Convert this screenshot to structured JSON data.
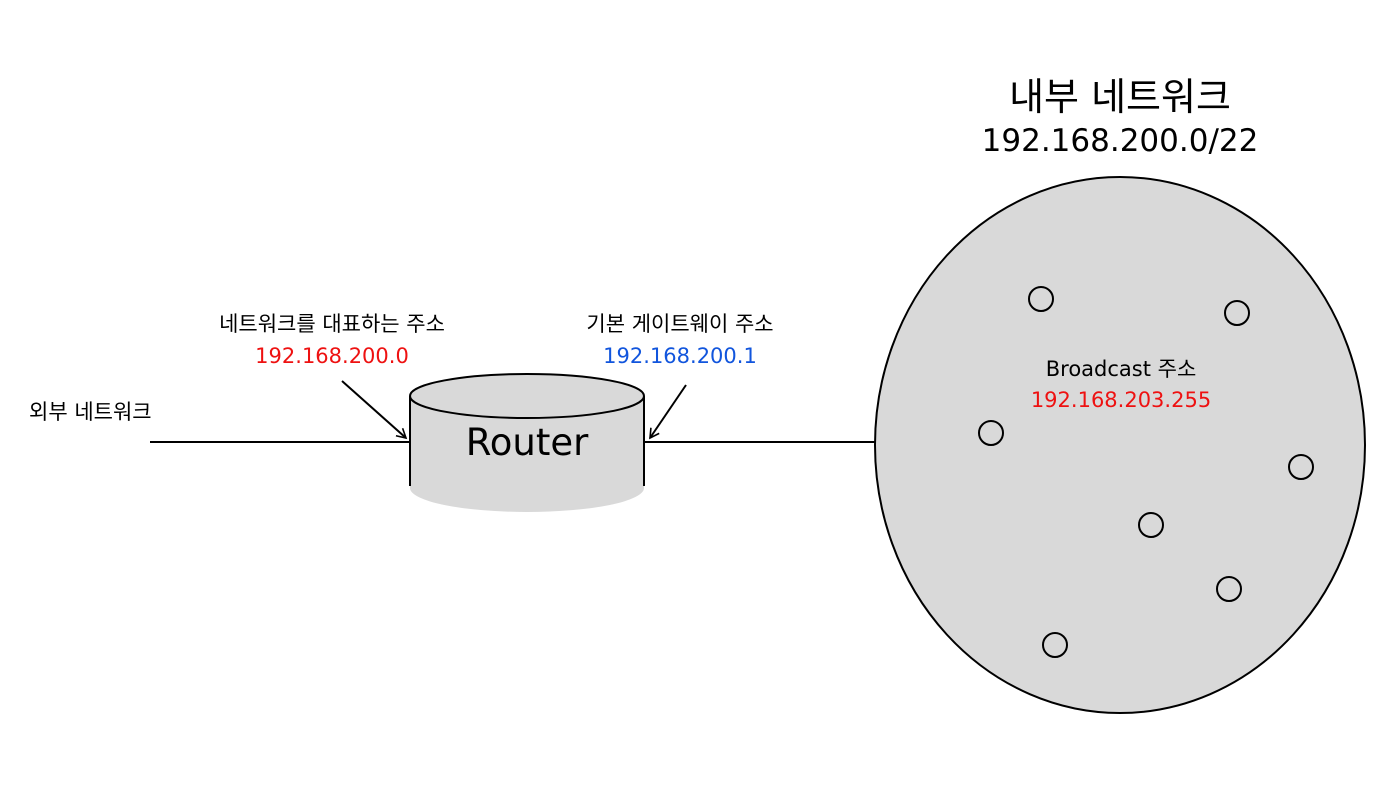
{
  "internal_network": {
    "title": "내부 네트워크",
    "cidr": "192.168.200.0/22",
    "broadcast_label": "Broadcast 주소",
    "broadcast_address": "192.168.203.255",
    "host_count": 7,
    "fill_color": "#d9d9d9"
  },
  "external_network": {
    "label": "외부 네트워크"
  },
  "router": {
    "label": "Router",
    "fill_color": "#d9d9d9"
  },
  "network_address": {
    "label": "네트워크를 대표하는 주소",
    "value": "192.168.200.0",
    "color": "#ee1111"
  },
  "gateway_address": {
    "label": "기본 게이트웨이 주소",
    "value": "192.168.200.1",
    "color": "#1155dd"
  }
}
